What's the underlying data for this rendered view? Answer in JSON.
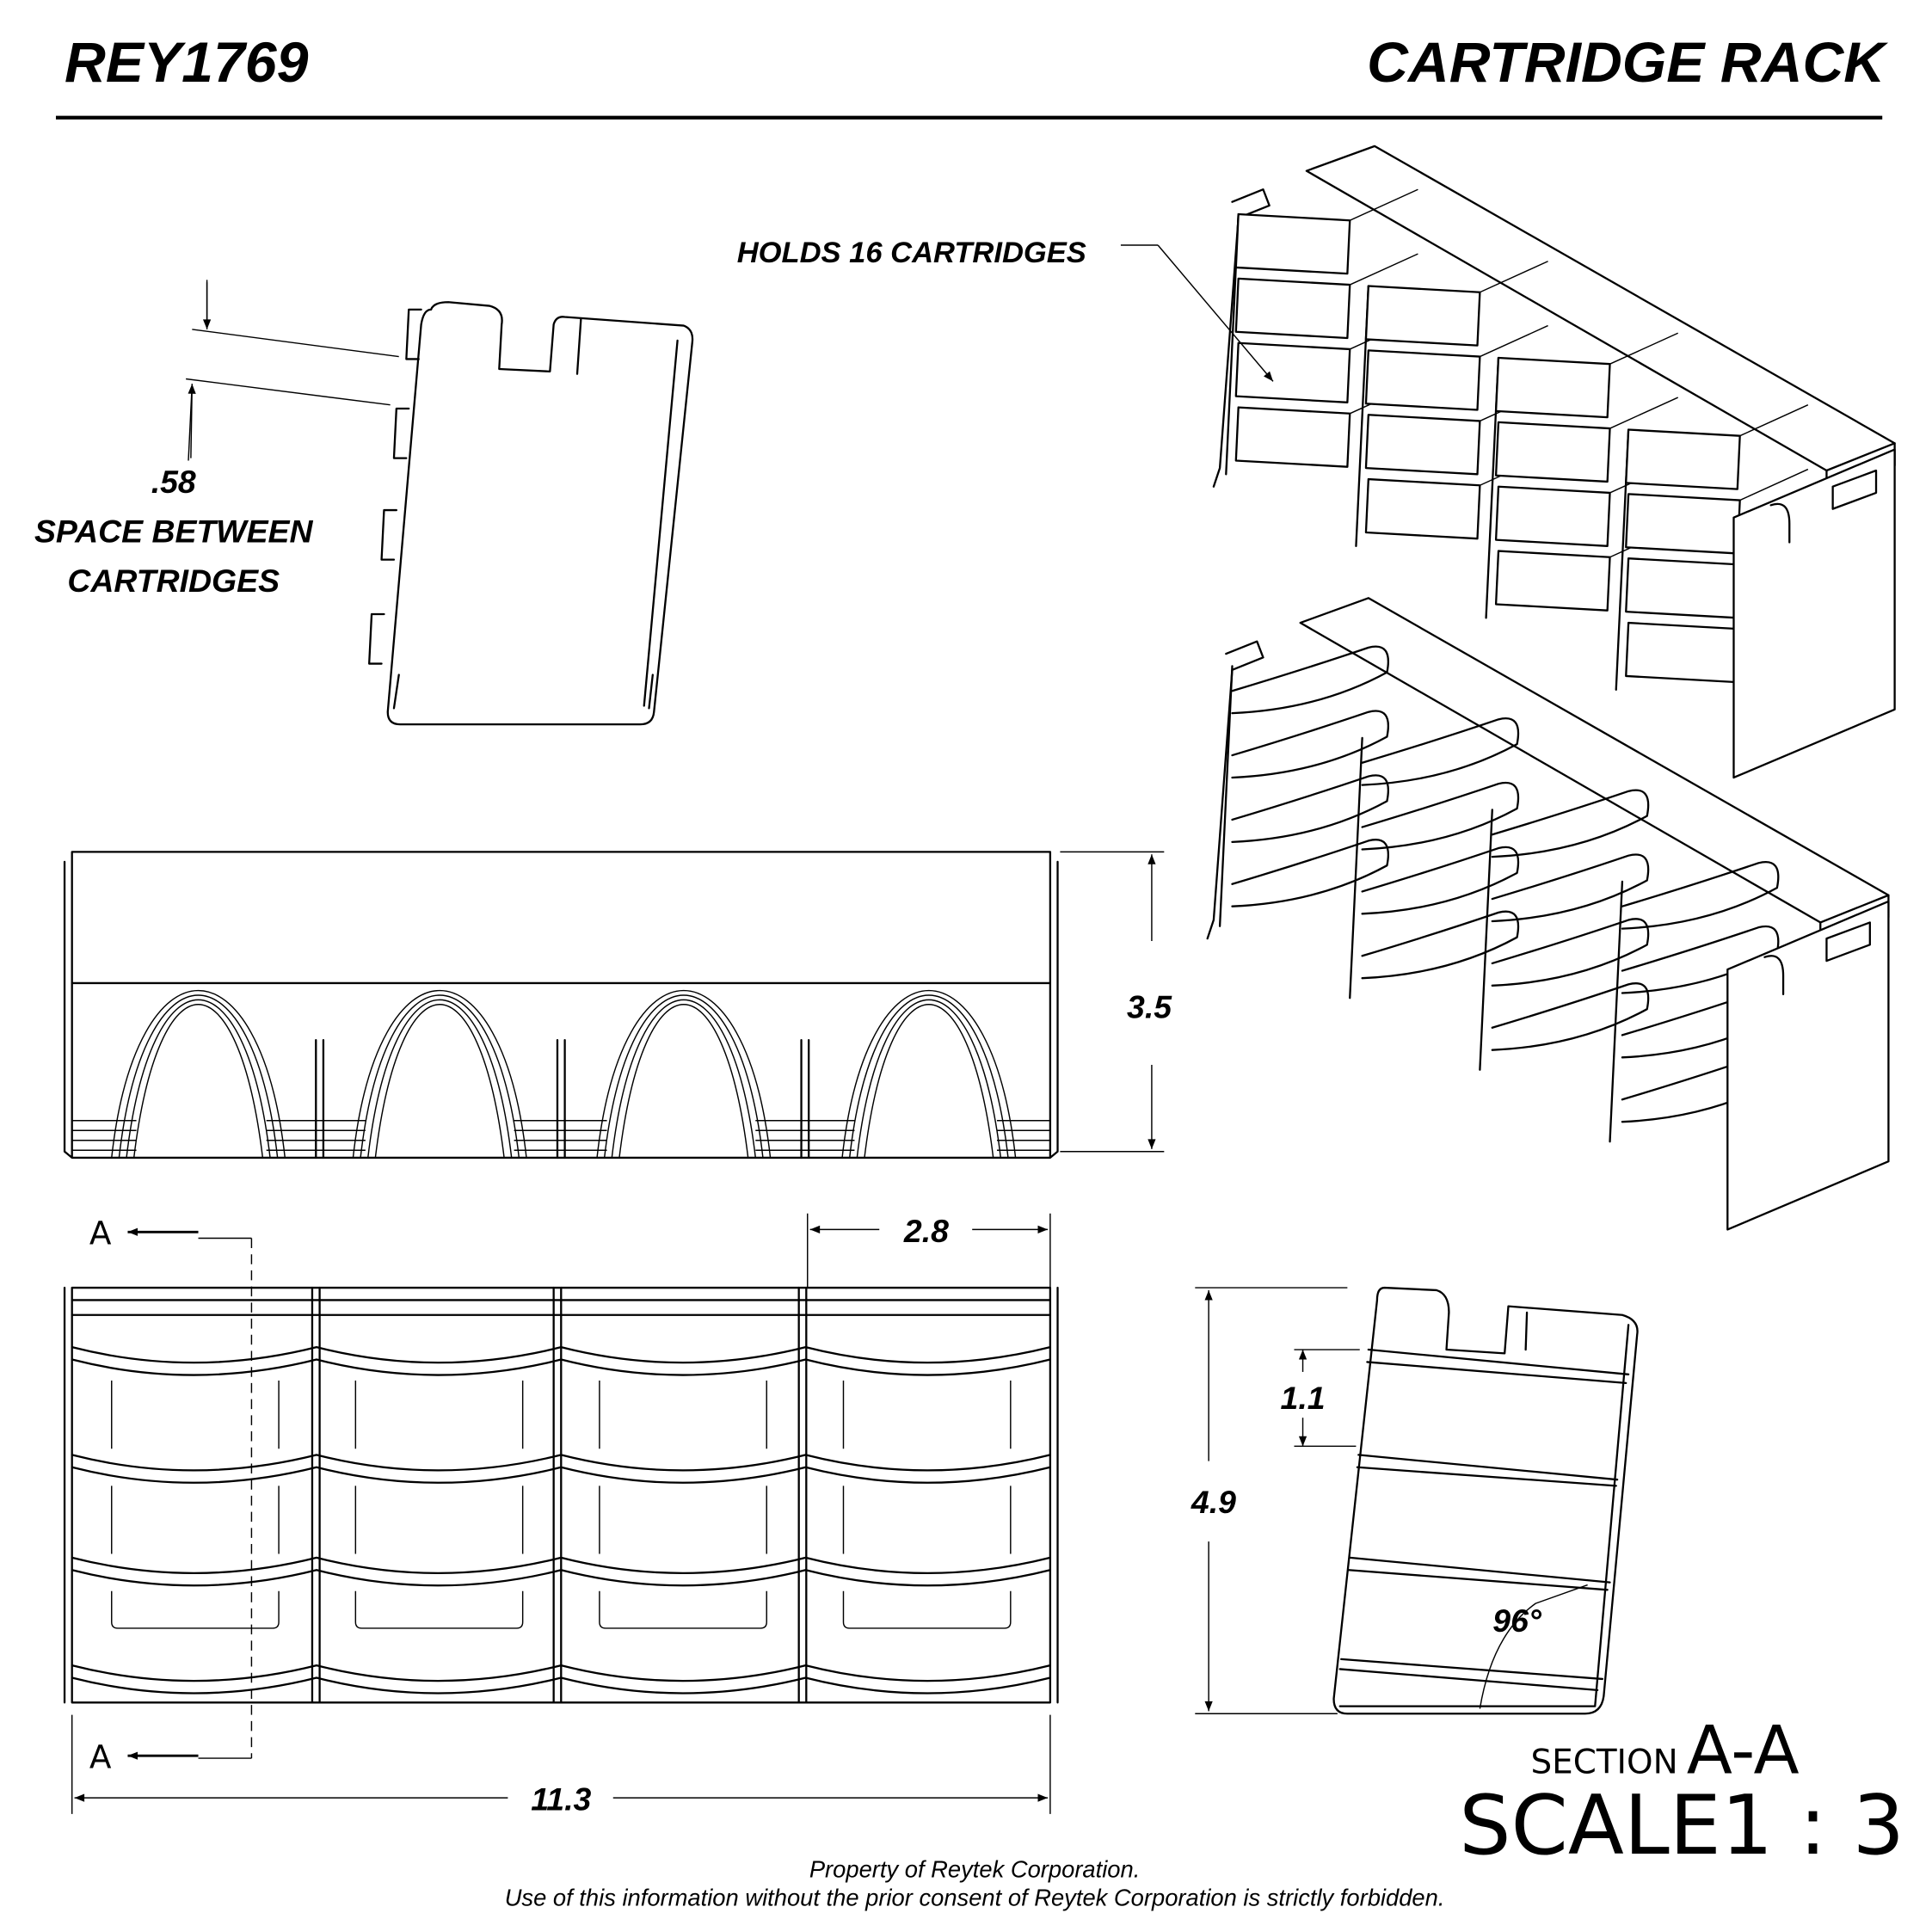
{
  "header": {
    "part_number": "REY1769",
    "title": "CARTRIDGE RACK"
  },
  "side_view": {
    "dimension_value": ".58",
    "label_line1": "SPACE BETWEEN",
    "label_line2": "CARTRIDGES"
  },
  "isometric": {
    "callout": "HOLDS 16 CARTRIDGES"
  },
  "front_view": {
    "height_dimension": "3.5"
  },
  "top_view": {
    "section_marker_top": "A",
    "section_marker_bottom": "A",
    "column_width_dimension": "2.8",
    "overall_length_dimension": "11.3"
  },
  "section_view": {
    "height_dimension": "4.9",
    "shelf_spacing_dimension": "1.1",
    "angle_dimension": "96°",
    "label_prefix": "SECTION",
    "label_id": "A-A",
    "scale_label": "SCALE1 : 3"
  },
  "footer": {
    "line1": "Property of Reytek Corporation.",
    "line2": "Use of this information without the prior consent of Reytek Corporation is strictly forbidden."
  }
}
